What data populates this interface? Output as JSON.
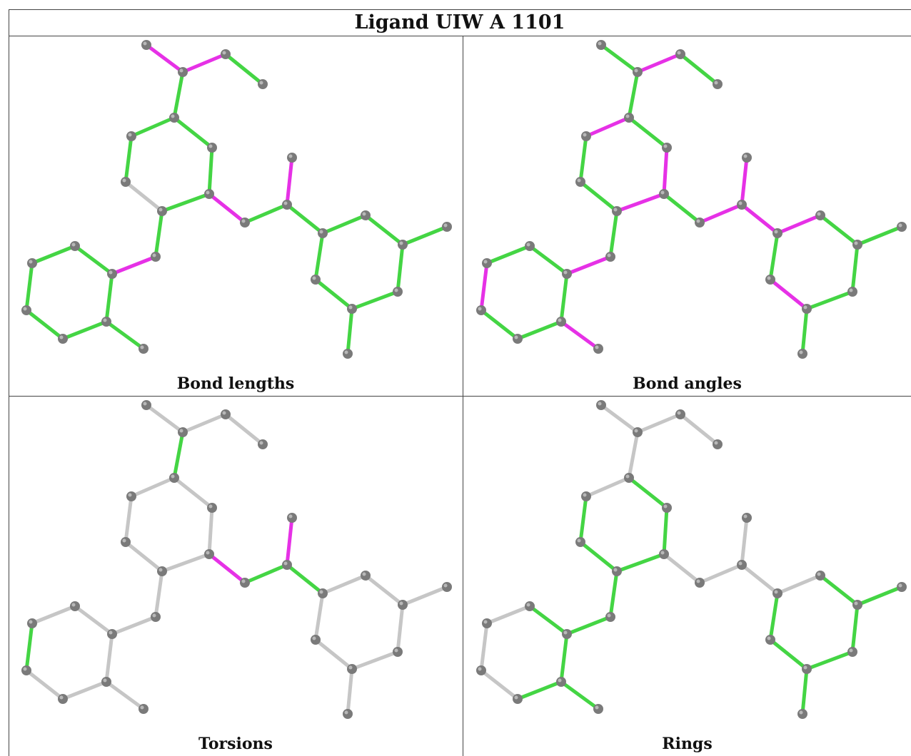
{
  "title": "Ligand UIW A 1101",
  "colors": {
    "atom": "#7a7a7a",
    "atom_highlight": "#b8b8b8",
    "good": "#44d544",
    "outlier": "#e631e6",
    "neutral": "#c6c6c6"
  },
  "panels": [
    {
      "id": "bond-lengths",
      "caption": "Bond lengths",
      "bond_status": [
        "outlier",
        "outlier",
        "good",
        "good",
        "good",
        "good",
        "good",
        "good",
        "neutral",
        "good",
        "good",
        "outlier",
        "good",
        "outlier",
        "good",
        "good",
        "good",
        "good",
        "good",
        "good",
        "outlier",
        "good",
        "good",
        "good",
        "good",
        "good",
        "good",
        "good",
        "good",
        "good",
        "good"
      ]
    },
    {
      "id": "bond-angles",
      "caption": "Bond angles",
      "bond_status": [
        "good",
        "outlier",
        "good",
        "good",
        "outlier",
        "good",
        "good",
        "outlier",
        "good",
        "outlier",
        "good",
        "good",
        "outlier",
        "outlier",
        "outlier",
        "outlier",
        "good",
        "good",
        "good",
        "good",
        "outlier",
        "good",
        "good",
        "outlier",
        "good",
        "good",
        "good",
        "outlier",
        "good",
        "outlier",
        "good"
      ]
    },
    {
      "id": "torsions",
      "caption": "Torsions",
      "bond_status": [
        "neutral",
        "neutral",
        "neutral",
        "good",
        "neutral",
        "neutral",
        "neutral",
        "neutral",
        "neutral",
        "neutral",
        "neutral",
        "outlier",
        "good",
        "outlier",
        "good",
        "neutral",
        "neutral",
        "neutral",
        "neutral",
        "neutral",
        "neutral",
        "neutral",
        "neutral",
        "good",
        "neutral",
        "neutral",
        "neutral",
        "neutral",
        "neutral",
        "neutral",
        "neutral"
      ]
    },
    {
      "id": "rings",
      "caption": "Rings",
      "bond_status": [
        "neutral",
        "neutral",
        "neutral",
        "neutral",
        "neutral",
        "good",
        "good",
        "good",
        "good",
        "good",
        "good",
        "neutral",
        "neutral",
        "neutral",
        "neutral",
        "neutral",
        "good",
        "good",
        "good",
        "good",
        "good",
        "good",
        "neutral",
        "neutral",
        "neutral",
        "good",
        "good",
        "good",
        "good",
        "good",
        "good"
      ]
    }
  ]
}
